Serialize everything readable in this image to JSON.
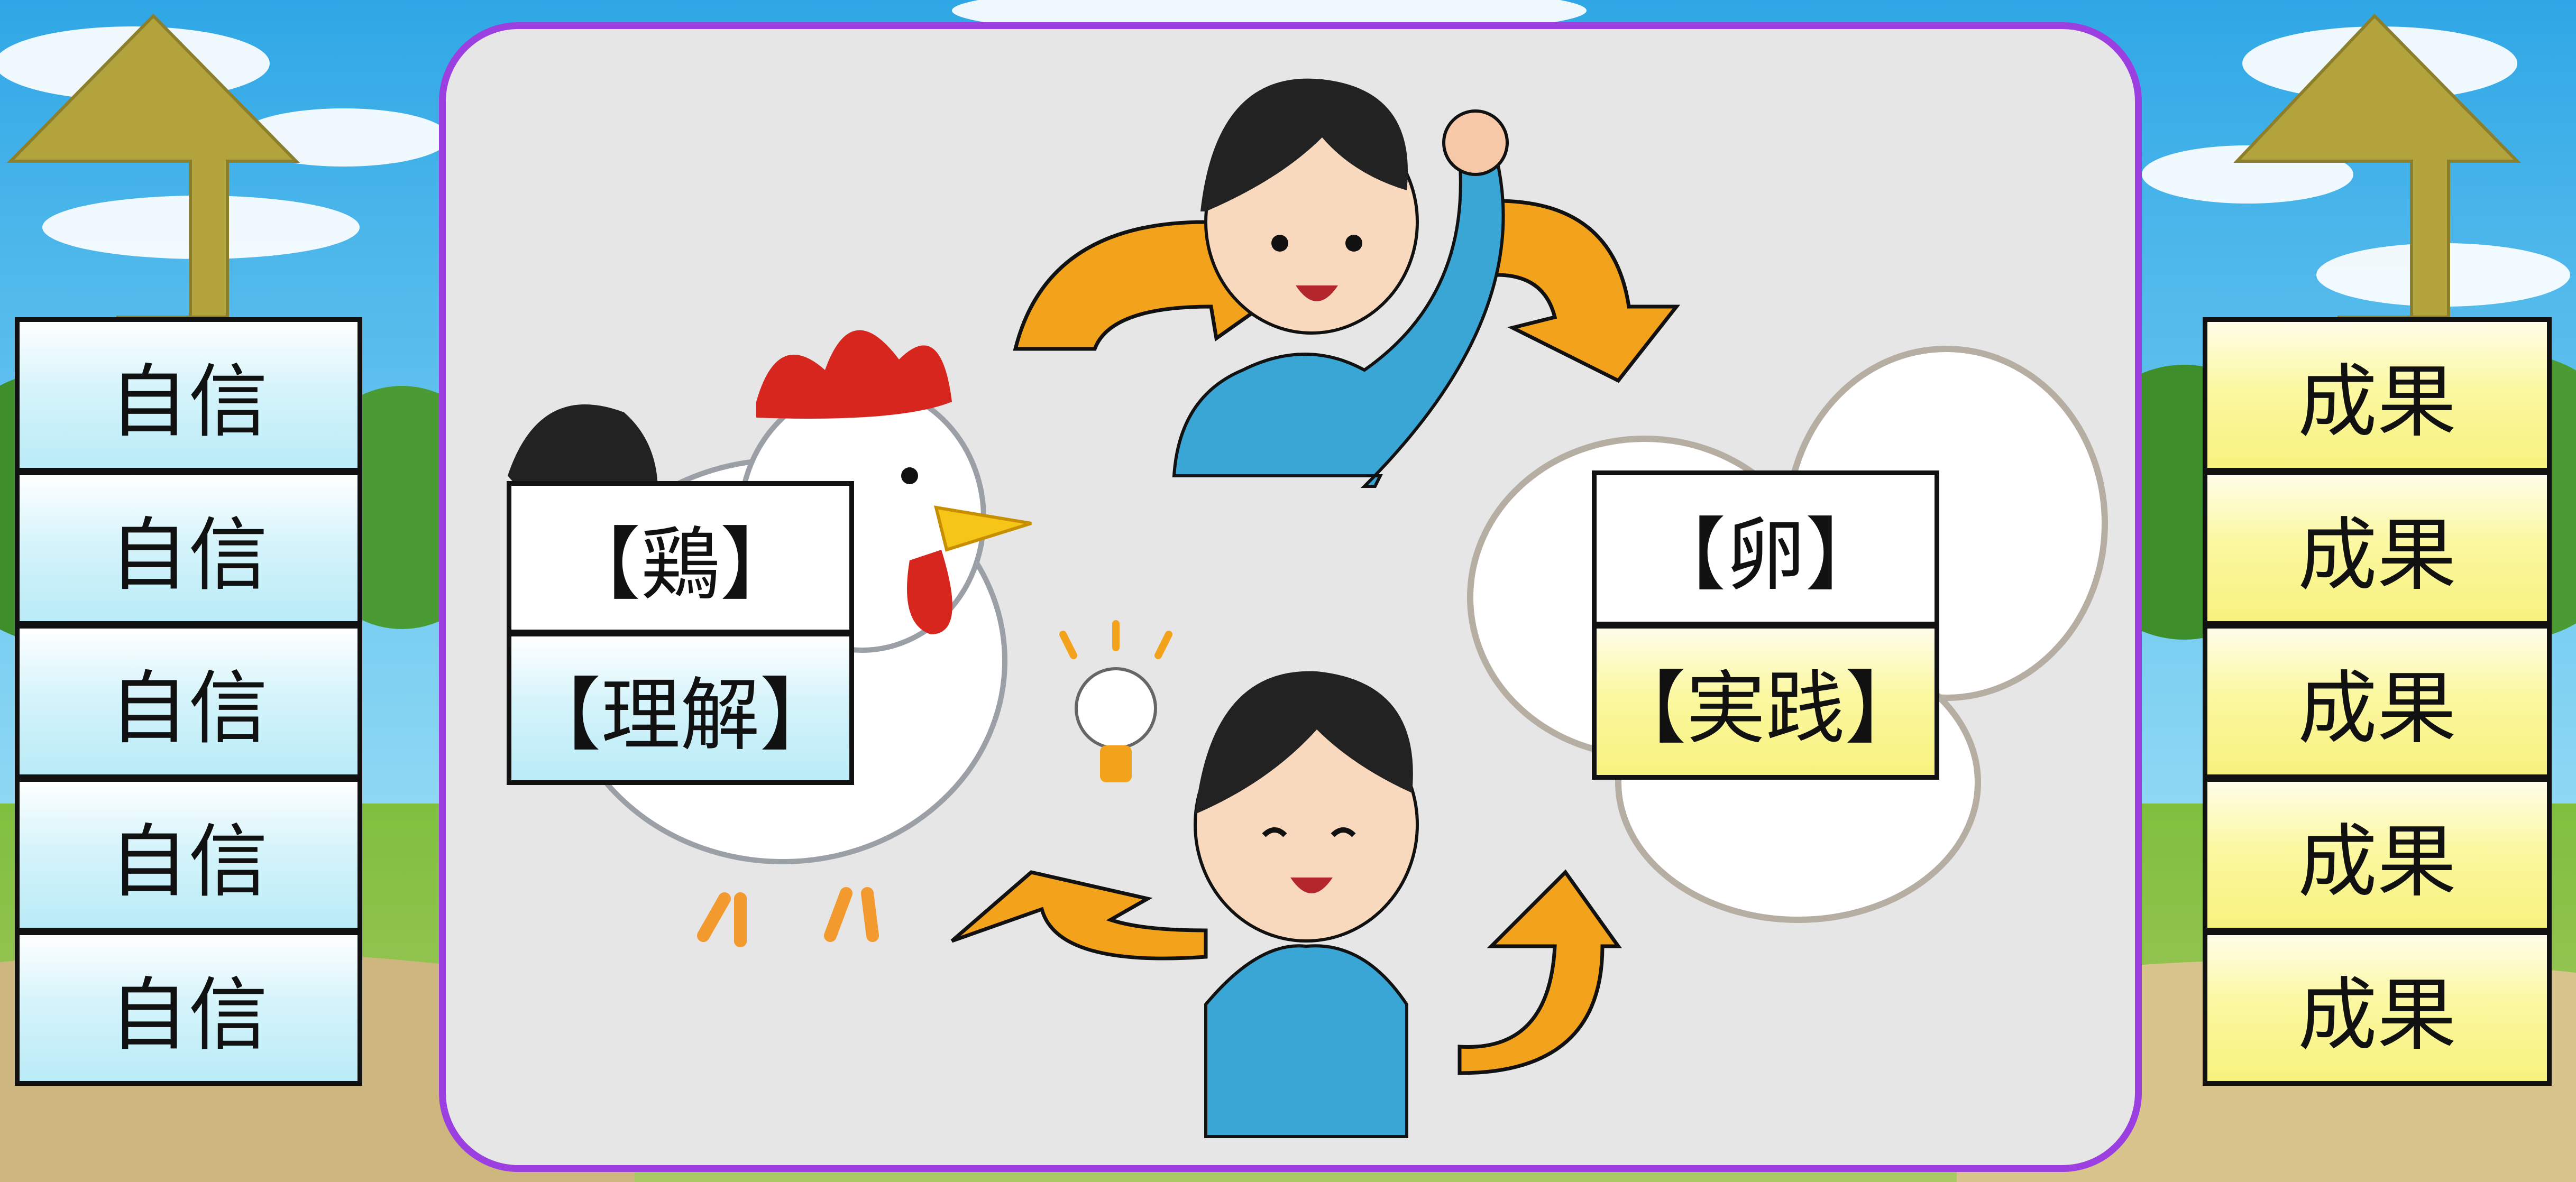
{
  "left_stack": {
    "items": [
      "自信",
      "自信",
      "自信",
      "自信",
      "自信"
    ],
    "color": "#b9ebf7"
  },
  "right_stack": {
    "items": [
      "成果",
      "成果",
      "成果",
      "成果",
      "成果"
    ],
    "color": "#f7f27d"
  },
  "chicken_card": {
    "top": "【鶏】",
    "bottom": "【理解】"
  },
  "egg_card": {
    "top": "【卵】",
    "bottom": "【実践】"
  },
  "colors": {
    "panel_border": "#9c3fe0",
    "panel_fill": "#e6e6e6",
    "cycle_arrow": "#f2a21b",
    "up_arrow": "#b2a33c",
    "sky": "#3bb3ea",
    "ground": "#d8c48c"
  },
  "icons": [
    "up-arrow-icon",
    "cycle-arrow-icon",
    "rooster-illustration",
    "eggs-illustration",
    "cheering-boy-illustration",
    "idea-boy-illustration",
    "lightbulb-icon"
  ]
}
